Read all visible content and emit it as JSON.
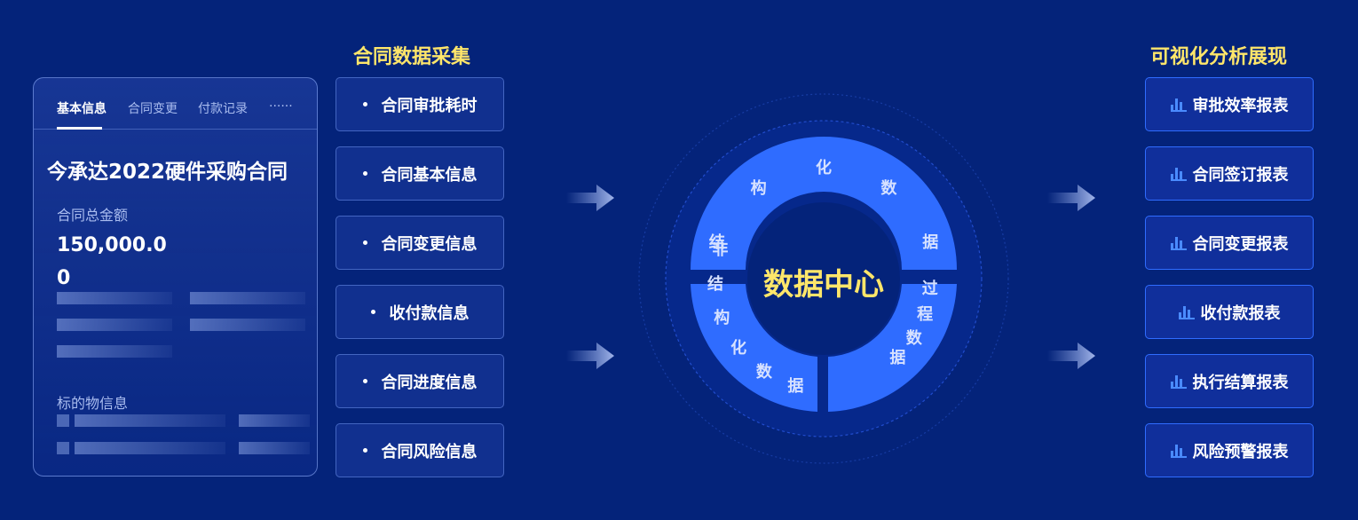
{
  "contract_card": {
    "tabs": [
      {
        "label": "基本信息",
        "active": true
      },
      {
        "label": "合同变更",
        "active": false
      },
      {
        "label": "付款记录",
        "active": false
      },
      {
        "label": "······",
        "active": false
      }
    ],
    "title": "今承达2022硬件采购合同",
    "amount_label": "合同总金额",
    "amount_value": "150,000.00",
    "subject_label": "标的物信息"
  },
  "collection": {
    "title": "合同数据采集",
    "items": [
      "合同审批耗时",
      "合同基本信息",
      "合同变更信息",
      "收付款信息",
      "合同进度信息",
      "合同风险信息"
    ]
  },
  "data_center": {
    "label": "数据中心",
    "segments": [
      {
        "label": "结构化数据"
      },
      {
        "label": "非结构化数据"
      },
      {
        "label": "过程数据"
      }
    ]
  },
  "visualization": {
    "title": "可视化分析展现",
    "items": [
      "审批效率报表",
      "合同签订报表",
      "合同变更报表",
      "收付款报表",
      "执行结算报表",
      "风险预警报表"
    ]
  },
  "colors": {
    "background": "#04237a",
    "accent_yellow": "#ffe66a",
    "ring_blue": "#2f6cff",
    "icon_blue": "#4a8bff"
  }
}
